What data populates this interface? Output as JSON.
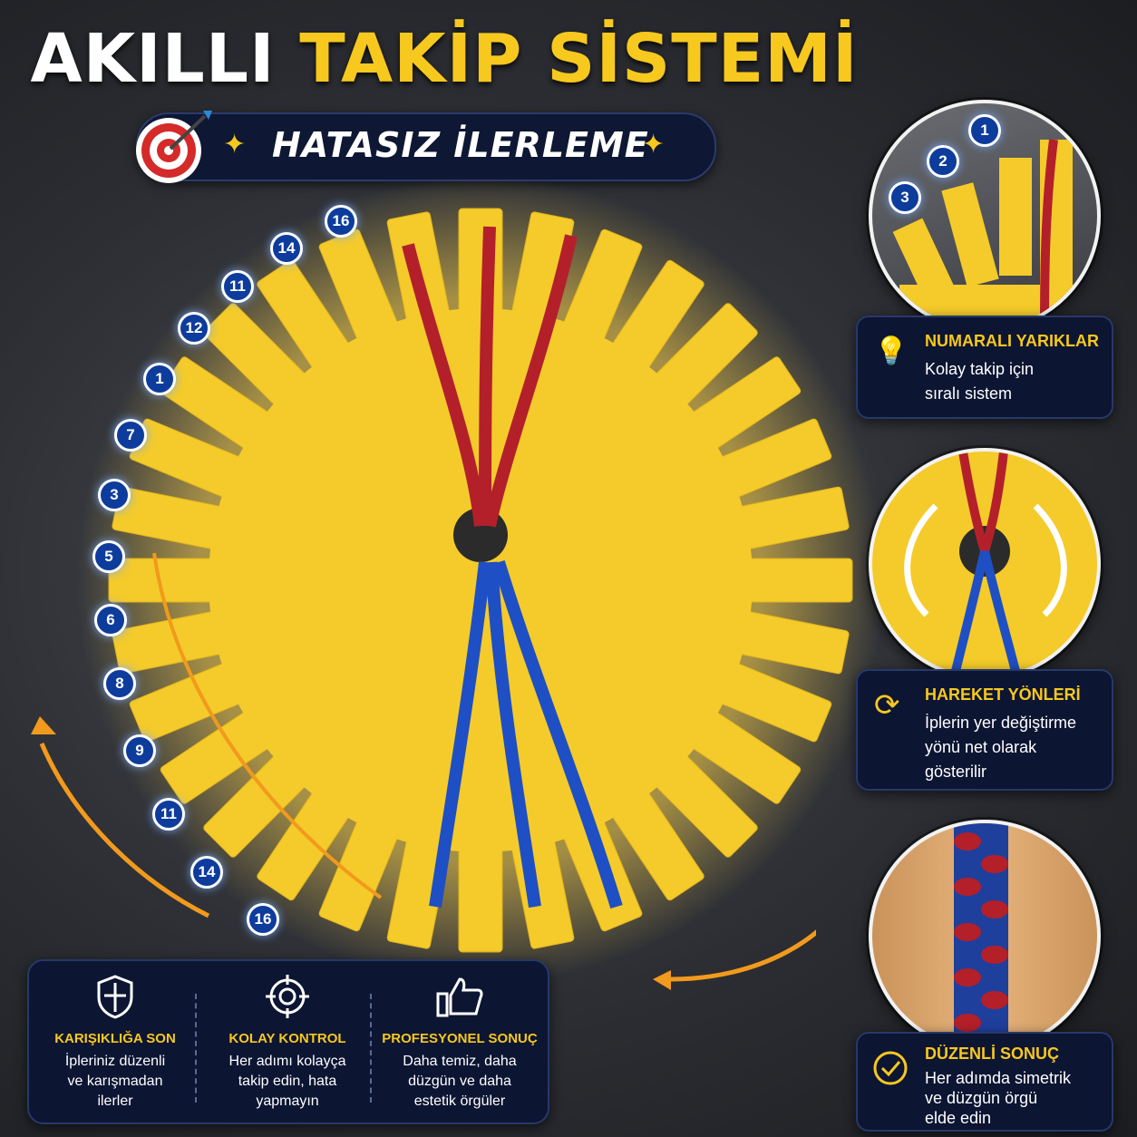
{
  "title": {
    "white": "AKILLI",
    "yellow": "TAKİP SİSTEMİ"
  },
  "subtitle": "HATASIZ İLERLEME",
  "wheel_numbers": [
    "16",
    "14",
    "11",
    "12",
    "1",
    "7",
    "3",
    "5",
    "6",
    "8",
    "9",
    "11",
    "14",
    "16"
  ],
  "top_circle_numbers": [
    "1",
    "2",
    "3"
  ],
  "side_cards": [
    {
      "heading": "NUMARALI YARIKLAR",
      "lines": [
        "Kolay takip için",
        "sıralı sistem"
      ],
      "icon": "lightbulb-icon"
    },
    {
      "heading": "HAREKET YÖNLERİ",
      "lines": [
        "İplerin yer değiştirme",
        "yönü net olarak",
        "gösterilir"
      ],
      "icon": "rotate-icon"
    },
    {
      "heading": "DÜZENLİ SONUÇ",
      "lines": [
        "Her adımda simetrik",
        "ve düzgün örgü",
        "elde edin"
      ],
      "icon": "check-circle-icon"
    }
  ],
  "bottom_features": [
    {
      "heading": "KARIŞIKLIĞA SON",
      "lines": [
        "İpleriniz düzenli",
        "ve karışmadan",
        "ilerler"
      ],
      "icon": "shield-icon"
    },
    {
      "heading": "KOLAY KONTROL",
      "lines": [
        "Her adımı kolayça",
        "takip edin, hata",
        "yapmayın"
      ],
      "icon": "target-icon"
    },
    {
      "heading": "PROFESYONEL SONUÇ",
      "lines": [
        "Daha temiz, daha",
        "düzgün ve daha",
        "estetik örgüler"
      ],
      "icon": "thumbs-up-icon"
    }
  ],
  "colors": {
    "accent": "#f7c81e",
    "navy": "#0c1532",
    "red_cord": "#b3202a",
    "blue_cord": "#1f4fc4"
  }
}
